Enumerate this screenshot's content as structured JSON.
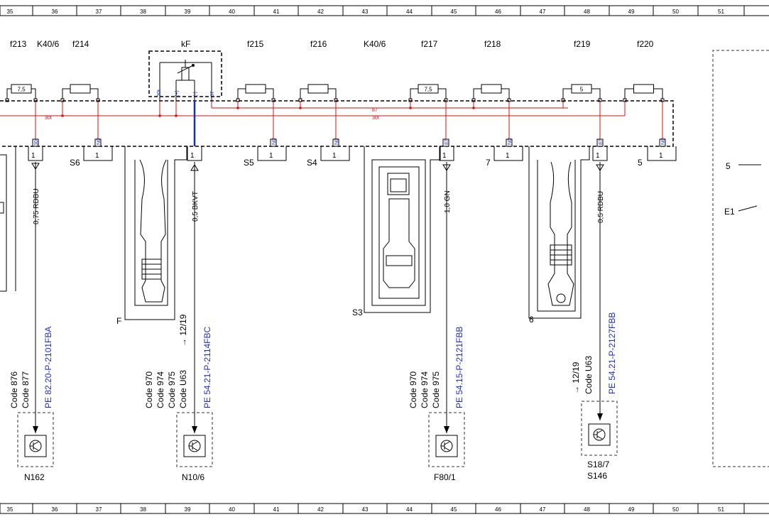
{
  "ruler": {
    "numbers": [
      "35",
      "36",
      "37",
      "38",
      "39",
      "40",
      "41",
      "42",
      "43",
      "44",
      "45",
      "46",
      "47",
      "48",
      "49",
      "50",
      "51"
    ]
  },
  "header": {
    "fuses": [
      "f213",
      "K40/6",
      "f214",
      "kF",
      "f215",
      "f216",
      "K40/6",
      "f217",
      "f218",
      "f219",
      "f220"
    ]
  },
  "fuse_values": {
    "f213": "7,5",
    "f217": "7,5",
    "f219": "5"
  },
  "bus": {
    "red_87": "87",
    "red_30t": "30t",
    "relay_pins": [
      "30t",
      "(+)",
      "(-)",
      "87"
    ]
  },
  "pins": {
    "top": [
      "30t",
      "NC",
      "NC",
      "NC",
      "87",
      "NC",
      "87",
      "NC"
    ],
    "connector_number": "1",
    "sockets": [
      "S6",
      "S5",
      "S4",
      "7",
      "5"
    ]
  },
  "wires": {
    "w1": "0,75 RDBU",
    "w2": "0,5 BKVT",
    "w3": "1,0 GN",
    "w4": "0,5 RDBU"
  },
  "connectors": {
    "F": "F",
    "S3": "S3",
    "six": "6"
  },
  "refs": {
    "n162": {
      "codes": [
        "Code 876",
        "Code 877"
      ],
      "pe": "PE 82.20-P-2101FBA",
      "label": "N162"
    },
    "n106": {
      "codes": [
        "Code 970",
        "Code 974",
        "Code 975",
        "Code U63"
      ],
      "pe": "PE 54.21-P-2114FBC",
      "arrow": "12/19",
      "label": "N10/6"
    },
    "f801": {
      "codes": [
        "Code 970",
        "Code 974",
        "Code 975"
      ],
      "pe": "PE 54.15-P-2121FBB",
      "label": "F80/1"
    },
    "s187": {
      "codes": [
        "Code U63"
      ],
      "arrow": "12/19",
      "pe": "PE 54.21-P-2127FBB",
      "label1": "S18/7",
      "label2": "S146"
    }
  },
  "right": {
    "five": "5",
    "e1": "E1"
  }
}
